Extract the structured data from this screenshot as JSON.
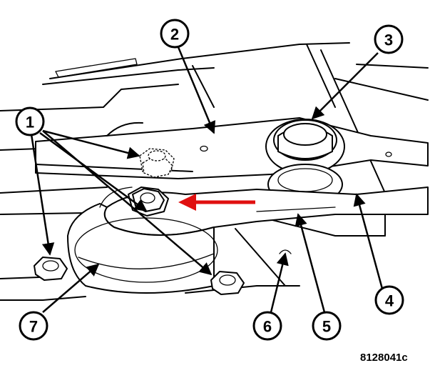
{
  "diagram": {
    "figure_id": "8128041c",
    "accent_color": "#e01010",
    "callouts": [
      {
        "label": "1"
      },
      {
        "label": "2"
      },
      {
        "label": "3"
      },
      {
        "label": "4"
      },
      {
        "label": "5"
      },
      {
        "label": "6"
      },
      {
        "label": "7"
      }
    ],
    "parts": {
      "1": "nut-icon",
      "2": "bracket",
      "3": "isolator-bushing",
      "4": "arm",
      "5": "strut",
      "6": "clip",
      "7": "mount"
    }
  }
}
